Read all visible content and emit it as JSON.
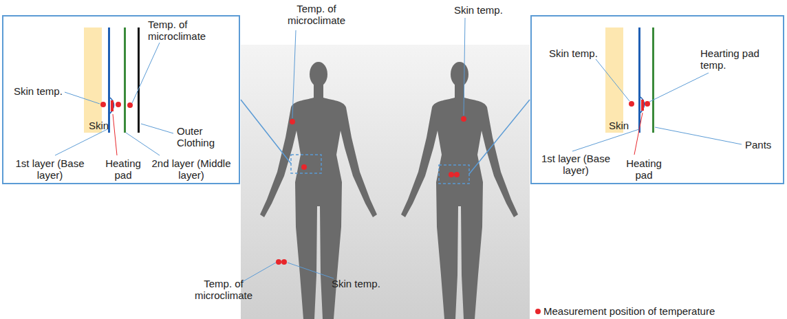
{
  "diagram": {
    "nodes": [
      {
        "text": [
          "Temp. of microclimate",
          "Skin temp.",
          "Skin",
          "Outer Clothing",
          "1st layer (Base layer)",
          "Heating pad",
          "2nd layer (Middle layer)"
        ]
      },
      {
        "text": [
          "Skin temp.",
          "Hearting pad temp.",
          "Skin",
          "Pants",
          "1st layer (Base layer)",
          "Heating pad"
        ]
      }
    ],
    "labels": [
      "Temp. of microclimate",
      "Skin temp.",
      "Temp. of microclimate",
      "Skin temp."
    ],
    "legend": [
      {
        "text": "Measurement position of temperature",
        "color": "#e8262b"
      }
    ]
  }
}
